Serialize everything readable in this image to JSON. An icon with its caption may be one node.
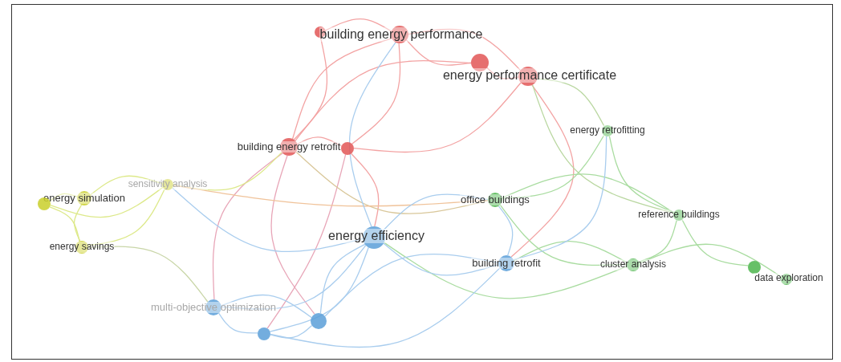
{
  "diagram": {
    "nodes": [
      {
        "text": [],
        "shape": "circle"
      },
      {
        "text": [
          "building energy performance"
        ]
      },
      {
        "text": [],
        "shape": "circle"
      },
      {
        "text": [
          "energy performance certificate"
        ]
      },
      {
        "text": [
          "building energy retrofit"
        ]
      },
      {
        "text": [],
        "shape": "circle"
      },
      {
        "text": [
          "energy retrofitting"
        ]
      },
      {
        "text": [
          "sensitivity analysis"
        ]
      },
      {
        "text": [
          "energy simulation"
        ]
      },
      {
        "text": [],
        "shape": "circle"
      },
      {
        "text": [
          "office buildings"
        ]
      },
      {
        "text": [
          "reference buildings"
        ]
      },
      {
        "text": [
          "energy efficiency"
        ]
      },
      {
        "text": [
          "energy savings"
        ]
      },
      {
        "text": [
          "building retrofit"
        ]
      },
      {
        "text": [
          "cluster analysis"
        ]
      },
      {
        "text": [],
        "shape": "circle"
      },
      {
        "text": [
          "data exploration"
        ]
      },
      {
        "text": [
          "multi-objective optimization"
        ]
      },
      {
        "text": [],
        "shape": "circle"
      },
      {
        "text": [],
        "shape": "circle"
      }
    ],
    "edges": [
      {
        "from": 0,
        "to": 1,
        "arrow": "none",
        "color": "#f3a3a3"
      },
      {
        "from": 1,
        "to": 2,
        "arrow": "none",
        "color": "#f3a3a3"
      },
      {
        "from": 1,
        "to": 3,
        "arrow": "none",
        "color": "#f3a3a3"
      },
      {
        "from": 2,
        "to": 3,
        "arrow": "none",
        "color": "#f3a3a3"
      },
      {
        "from": 0,
        "to": 4,
        "arrow": "none",
        "color": "#f3a3a3"
      },
      {
        "from": 1,
        "to": 4,
        "arrow": "none",
        "color": "#f3a3a3"
      },
      {
        "from": 1,
        "to": 5,
        "arrow": "none",
        "color": "#f3a3a3"
      },
      {
        "from": 2,
        "to": 4,
        "arrow": "none",
        "color": "#f3a3a3"
      },
      {
        "from": 3,
        "to": 5,
        "arrow": "none",
        "color": "#f3a3a3"
      },
      {
        "from": 3,
        "to": 14,
        "arrow": "none",
        "color": "#f3a3a3"
      },
      {
        "from": 4,
        "to": 5,
        "arrow": "none",
        "color": "#f3a3a3"
      },
      {
        "from": 4,
        "to": 18,
        "arrow": "none",
        "color": "#e8a6b8"
      },
      {
        "from": 4,
        "to": 19,
        "arrow": "none",
        "color": "#e8a6b8"
      },
      {
        "from": 5,
        "to": 20,
        "arrow": "none",
        "color": "#e8a6b8"
      },
      {
        "from": 5,
        "to": 12,
        "arrow": "none",
        "color": "#f3a3a3"
      },
      {
        "from": 4,
        "to": 10,
        "arrow": "none",
        "color": "#d9c79a"
      },
      {
        "from": 3,
        "to": 6,
        "arrow": "none",
        "color": "#b9d7a0"
      },
      {
        "from": 3,
        "to": 11,
        "arrow": "none",
        "color": "#b9d7a0"
      },
      {
        "from": 6,
        "to": 10,
        "arrow": "none",
        "color": "#a9dca0"
      },
      {
        "from": 6,
        "to": 11,
        "arrow": "none",
        "color": "#a9dca0"
      },
      {
        "from": 10,
        "to": 11,
        "arrow": "none",
        "color": "#a9dca0"
      },
      {
        "from": 10,
        "to": 15,
        "arrow": "none",
        "color": "#a9dca0"
      },
      {
        "from": 11,
        "to": 15,
        "arrow": "none",
        "color": "#a9dca0"
      },
      {
        "from": 11,
        "to": 16,
        "arrow": "none",
        "color": "#a9dca0"
      },
      {
        "from": 15,
        "to": 17,
        "arrow": "none",
        "color": "#a9dca0"
      },
      {
        "from": 12,
        "to": 15,
        "arrow": "none",
        "color": "#a9dca0"
      },
      {
        "from": 14,
        "to": 15,
        "arrow": "none",
        "color": "#a9dca0"
      },
      {
        "from": 8,
        "to": 9,
        "arrow": "none",
        "color": "#dde98a"
      },
      {
        "from": 7,
        "to": 9,
        "arrow": "none",
        "color": "#dde98a"
      },
      {
        "from": 7,
        "to": 8,
        "arrow": "none",
        "color": "#dde98a"
      },
      {
        "from": 9,
        "to": 13,
        "arrow": "none",
        "color": "#dde98a"
      },
      {
        "from": 8,
        "to": 13,
        "arrow": "none",
        "color": "#dde98a"
      },
      {
        "from": 7,
        "to": 13,
        "arrow": "none",
        "color": "#dde98a"
      },
      {
        "from": 7,
        "to": 4,
        "arrow": "none",
        "color": "#dde98a"
      },
      {
        "from": 7,
        "to": 10,
        "arrow": "none",
        "color": "#f0c39a"
      },
      {
        "from": 13,
        "to": 18,
        "arrow": "none",
        "color": "#c9d6a8"
      },
      {
        "from": 7,
        "to": 12,
        "arrow": "none"
      },
      {
        "from": 12,
        "to": 18,
        "arrow": "none"
      },
      {
        "from": 12,
        "to": 19,
        "arrow": "none"
      },
      {
        "from": 12,
        "to": 20,
        "arrow": "none"
      },
      {
        "from": 12,
        "to": 14,
        "arrow": "none"
      },
      {
        "from": 12,
        "to": 10,
        "arrow": "none"
      },
      {
        "from": 1,
        "to": 12,
        "arrow": "none"
      },
      {
        "from": 18,
        "to": 20,
        "arrow": "none"
      },
      {
        "from": 18,
        "to": 19,
        "arrow": "none"
      },
      {
        "from": 20,
        "to": 19,
        "arrow": "none"
      },
      {
        "from": 19,
        "to": 14,
        "arrow": "none"
      },
      {
        "from": 20,
        "to": 14,
        "arrow": "none"
      },
      {
        "from": 10,
        "to": 14,
        "arrow": "none"
      },
      {
        "from": 6,
        "to": 14,
        "arrow": "none"
      }
    ]
  }
}
